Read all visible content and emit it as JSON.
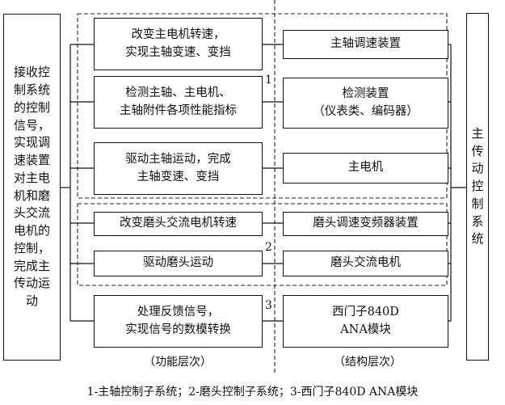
{
  "left_box": "接收控\n制系统\n的控制\n信号，\n实现调\n速装置\n对主电\n机和磨\n头交流\n电机的\n控制，\n完成主\n传动运\n动",
  "right_box": "主\n传\n动\n控\n制\n系\n统",
  "function_boxes": [
    "改变主电机转速，\n实现主轴变速、变挡",
    "检测主轴、主电机、\n主轴附件各项性能指标",
    "驱动主轴运动，完成\n主轴变速、变挡",
    "改变磨头交流电机转速",
    "驱动磨头运动",
    "处理反馈信号，\n实现信号的数模转换"
  ],
  "structure_boxes": [
    "主轴调速装置",
    "检测装置\n（仪表类、编码器）",
    "主电机",
    "磨头调速变频器装置",
    "磨头交流电机",
    "西门子840D\nANA模块"
  ],
  "group_numbers": [
    "1",
    "2",
    "3"
  ],
  "layer_labels": {
    "function": "（功能层次）",
    "structure": "（结构层次）"
  },
  "caption": "1-主轴控制子系统；2-磨头控制子系统；3-西门子840D ANA模块"
}
